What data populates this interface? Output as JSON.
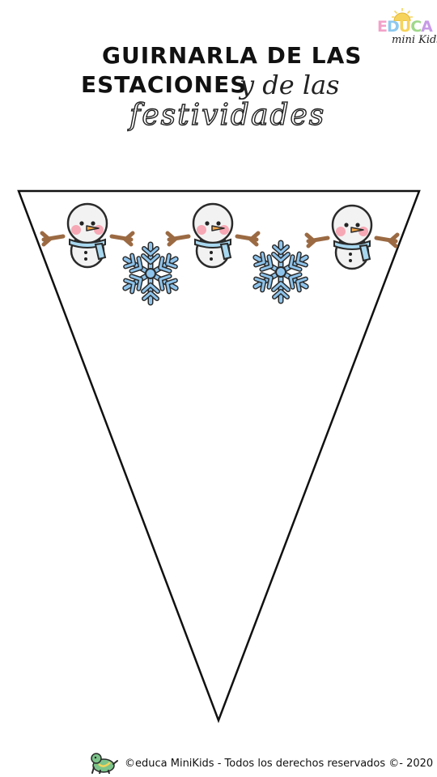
{
  "logo": {
    "letters": [
      "E",
      "D",
      "U",
      "C",
      "A"
    ],
    "letter_colors": [
      "#f2a2c8",
      "#8ec9ee",
      "#f6d35b",
      "#9fd88a",
      "#c79be6"
    ],
    "tagline": "mini Kids"
  },
  "title": {
    "line1": "GUIRNARLA DE LAS",
    "line2": "ESTACIONES",
    "line2_script": "y de las",
    "line3": "festividades"
  },
  "decorations": {
    "icons": [
      "snowman-icon",
      "snowflake-icon",
      "snowman-icon",
      "snowflake-icon",
      "snowman-icon"
    ],
    "colors": {
      "scarf": "#a8d8f0",
      "snowflake": "#8ec4ec",
      "nose": "#f3a64a",
      "cheek": "#f6a8b4",
      "arm": "#9b6a43"
    }
  },
  "footer": {
    "text": "©educa MiniKids - Todos los derechos reservados ©- 2020",
    "icon": "dinosaur-icon"
  }
}
